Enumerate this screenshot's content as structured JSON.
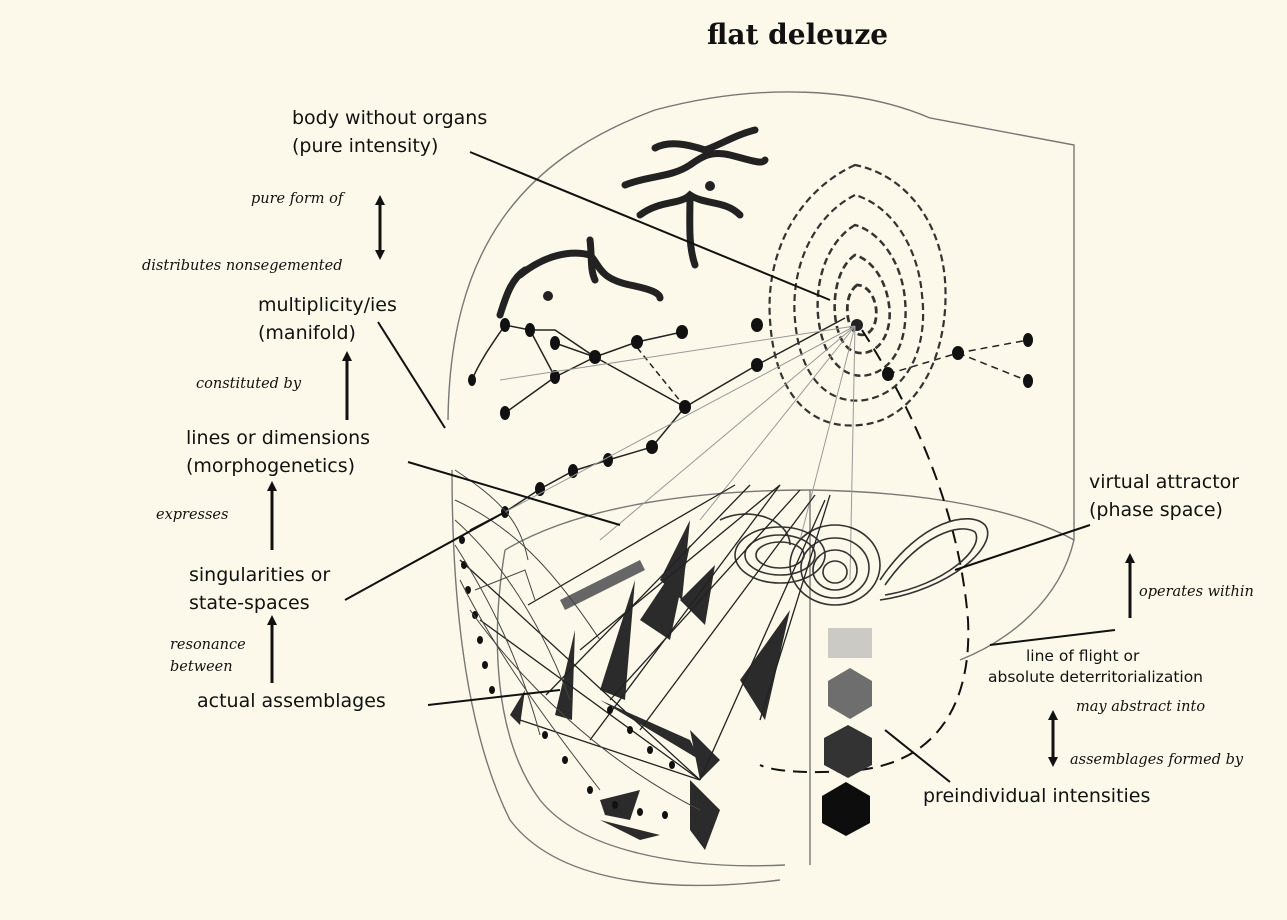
{
  "title": "flat deleuze",
  "labels": {
    "bwo": [
      "body without organs",
      "(pure intensity)"
    ],
    "multiplicity": [
      "multiplicity/ies",
      "(manifold)"
    ],
    "lines": [
      "lines or dimensions",
      "(morphogenetics)"
    ],
    "singularities": [
      "singularities or",
      "state-spaces"
    ],
    "assemblages": "actual assemblages",
    "virtual": [
      "virtual attractor",
      "(phase space)"
    ],
    "flight": [
      "line of flight or",
      "absolute deterritorialization"
    ],
    "preindividual": "preindividual intensities"
  },
  "relations": {
    "pure_form": "pure form of",
    "distributes": "distributes nonsegemented",
    "constituted": "constituted by",
    "expresses": "expresses",
    "resonance": [
      "resonance",
      "between"
    ],
    "operates": "operates within",
    "abstract": "may abstract into",
    "formed_by": "assemblages formed by"
  }
}
